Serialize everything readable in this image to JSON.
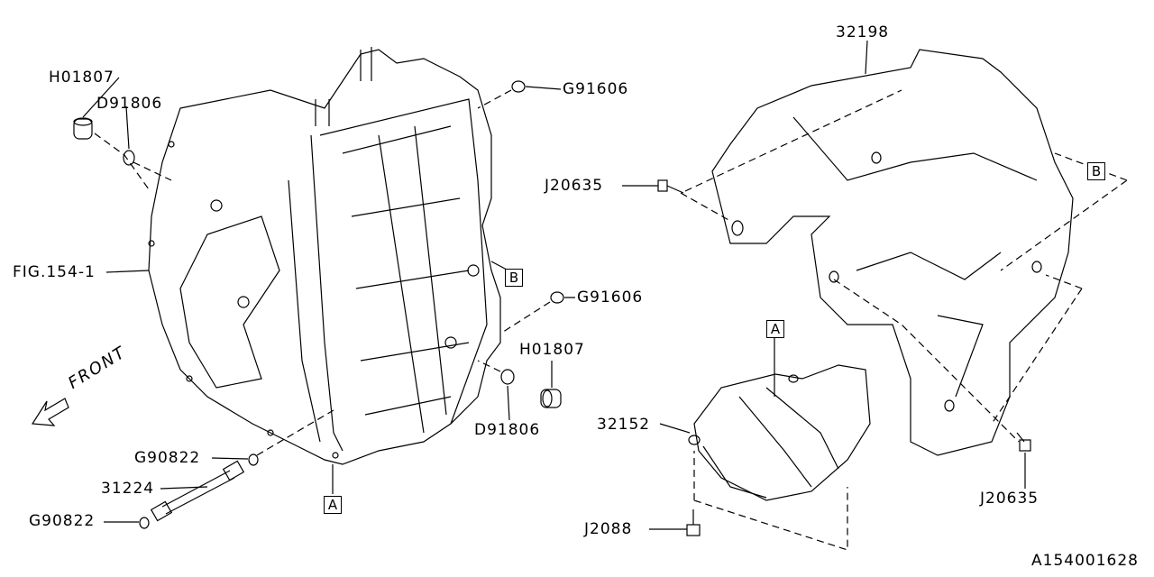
{
  "diagram": {
    "labels": {
      "h01807_top": "H01807",
      "d91806_top": "D91806",
      "g91606_top": "G91606",
      "fig_ref": "FIG.154-1",
      "g91606_mid": "G91606",
      "h01807_right": "H01807",
      "d91806_right": "D91806",
      "g90822_upper": "G90822",
      "p31224": "31224",
      "g90822_lower": "G90822",
      "p32198": "32198",
      "j20635_left": "J20635",
      "p32152": "32152",
      "j2088": "J2088",
      "j20635_right": "J20635",
      "diagram_id": "A154001628"
    },
    "markers": {
      "b_case": "B",
      "a_case": "A",
      "b_cover": "B",
      "a_cover": "A"
    },
    "front_label": "FRONT"
  }
}
